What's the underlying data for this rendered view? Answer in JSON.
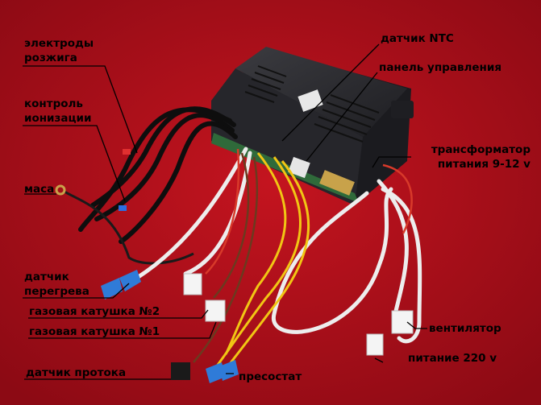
{
  "labels": {
    "electrodes_line1": "электроды",
    "electrodes_line2": "розжига",
    "ionization_line1": "контроль",
    "ionization_line2": "ионизации",
    "ground": "маса",
    "overheat_line1": "датчик",
    "overheat_line2": "перегрева",
    "gas_coil_2": "газовая катушка №2",
    "gas_coil_1": "газовая катушка №1",
    "flow_sensor": "датчик протока",
    "pressostat": "пресостат",
    "ntc_sensor": "датчик NTC",
    "control_panel": "панель управления",
    "transformer_line1": "трансформатор",
    "transformer_line2": "питания 9-12 v",
    "fan": "вентилятор",
    "power": "питание 220 v"
  },
  "colors": {
    "background": "#b0101c",
    "housing": "#2a2a2e",
    "annotation_line": "#000000"
  }
}
